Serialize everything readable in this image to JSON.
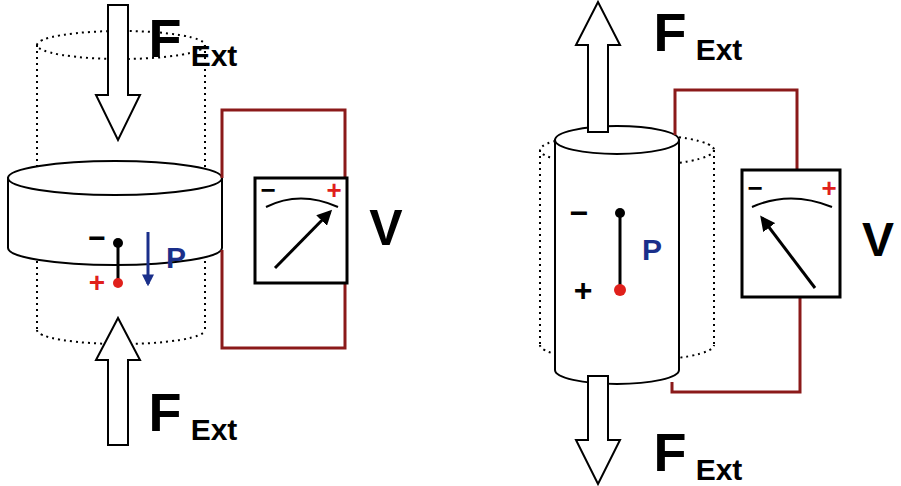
{
  "diagram": {
    "labels": [
      "F",
      "Ext",
      "−",
      "+",
      "P",
      "F",
      "Ext",
      "−",
      "+",
      "V",
      "F",
      "Ext",
      "−",
      "+",
      "P",
      "F",
      "Ext",
      "−",
      "+",
      "V"
    ]
  }
}
